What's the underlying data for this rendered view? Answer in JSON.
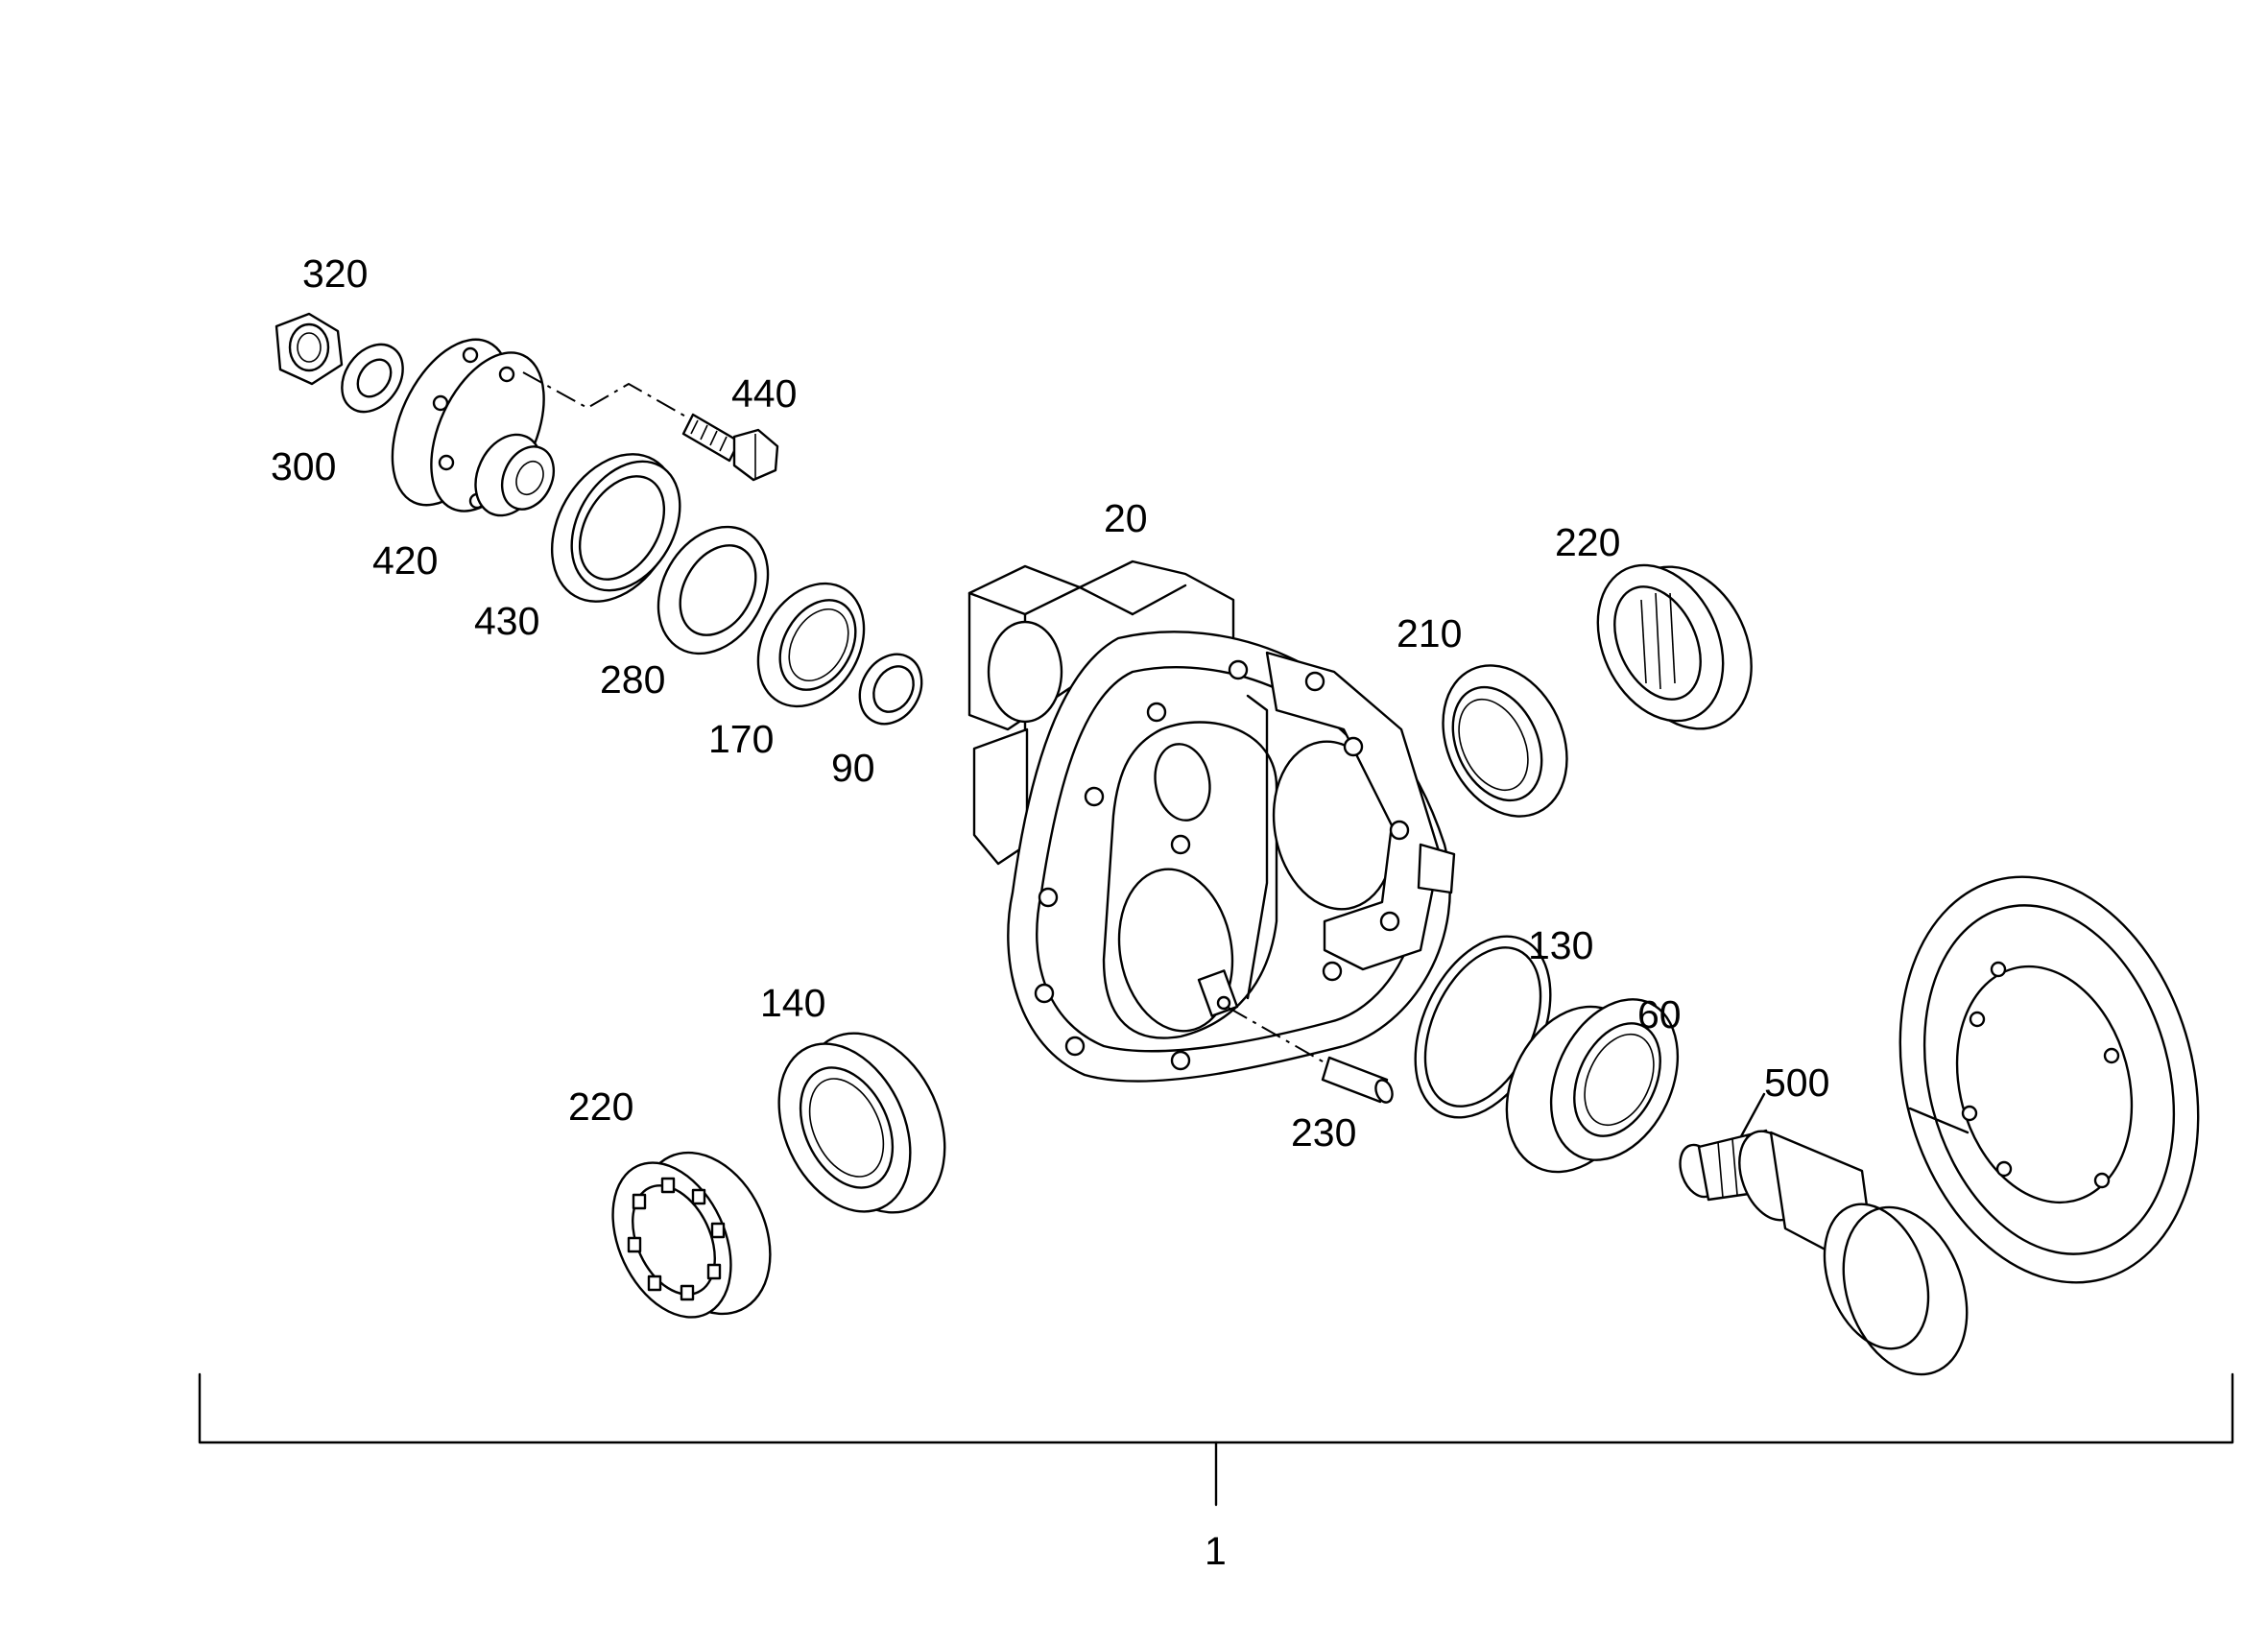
{
  "labels": {
    "l320": "320",
    "l300": "300",
    "l440": "440",
    "l420": "420",
    "l430": "430",
    "l280": "280",
    "l170": "170",
    "l90": "90",
    "l20": "20",
    "l210": "210",
    "l220_top": "220",
    "l130": "130",
    "l60": "60",
    "l500": "500",
    "l140": "140",
    "l220_bottom": "220",
    "l230": "230",
    "l1": "1"
  },
  "colors": {
    "ink": "#000000",
    "paper": "#ffffff"
  }
}
